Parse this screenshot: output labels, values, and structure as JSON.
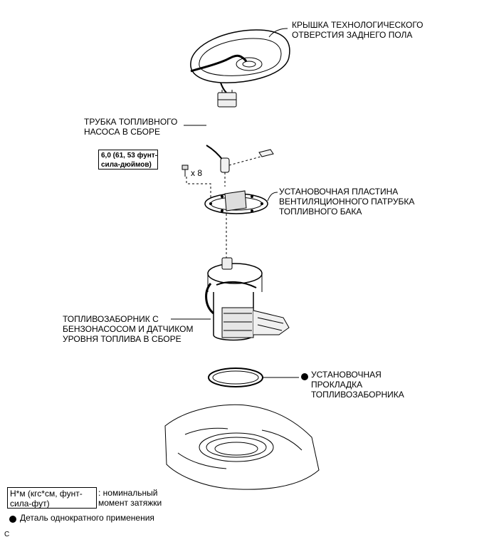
{
  "labels": {
    "cover": [
      "КРЫШКА ТЕХНОЛОГИЧЕСКОГО",
      "ОТВЕРСТИЯ ЗАДНЕГО ПОЛА"
    ],
    "tube": [
      "ТРУБКА ТОПЛИВНОГО",
      "НАСОСА В СБОРЕ"
    ],
    "torque": [
      "6,0 (61, 53 фунт-",
      "сила-дюймов)"
    ],
    "bolt_count": "x 8",
    "plate": [
      "УСТАНОВОЧНАЯ ПЛАСТИНА",
      "ВЕНТИЛЯЦИОННОГО ПАТРУБКА",
      "ТОПЛИВНОГО БАКА"
    ],
    "pump": [
      "ТОПЛИВОЗАБОРНИК С",
      "БЕНЗОНАСОСОМ И ДАТЧИКОМ",
      "УРОВНЯ ТОПЛИВА В СБОРЕ"
    ],
    "gasket": [
      "УСТАНОВОЧНАЯ",
      "ПРОКЛАДКА",
      "ТОПЛИВОЗАБОРНИКА"
    ]
  },
  "legend": {
    "unit_box": [
      "Н*м (кгс*см, фунт-",
      "сила-фут)"
    ],
    "unit_desc": [
      ": номинальный",
      "момент затяжки"
    ],
    "single_use": "Деталь однократного применения"
  },
  "footer_code": "C"
}
